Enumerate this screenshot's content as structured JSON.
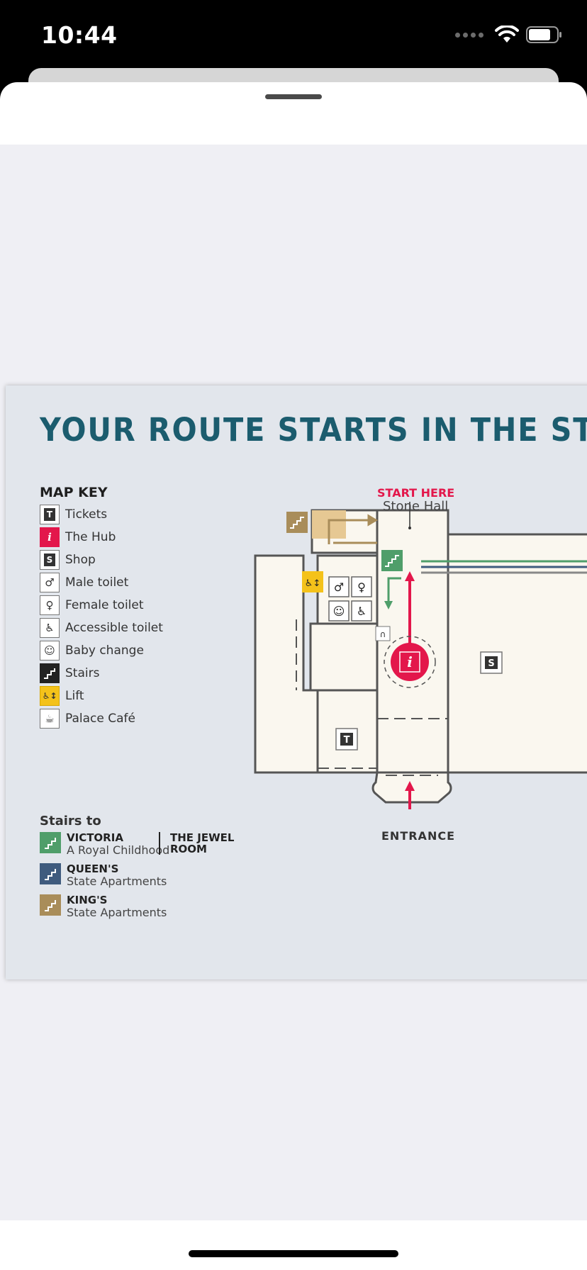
{
  "status_bar": {
    "time": "10:44"
  },
  "map": {
    "title": "YOUR ROUTE STARTS IN THE STONE HALL",
    "key_heading": "MAP KEY",
    "key_items": [
      {
        "label": "Tickets",
        "icon": "ticket-icon"
      },
      {
        "label": "The Hub",
        "icon": "info-icon"
      },
      {
        "label": "Shop",
        "icon": "shop-bag-icon"
      },
      {
        "label": "Male toilet",
        "icon": "male-toilet-icon"
      },
      {
        "label": "Female toilet",
        "icon": "female-toilet-icon"
      },
      {
        "label": "Accessible toilet",
        "icon": "wheelchair-icon"
      },
      {
        "label": "Baby change",
        "icon": "baby-change-icon"
      },
      {
        "label": "Stairs",
        "icon": "stairs-icon"
      },
      {
        "label": "Lift",
        "icon": "lift-icon"
      },
      {
        "label": "Palace Café",
        "icon": "cafe-cup-icon"
      }
    ],
    "stairs_heading": "Stairs to",
    "stairs": [
      {
        "name": "VICTORIA",
        "sub": "A Royal Childhood",
        "color": "#4f9e6a"
      },
      {
        "name": "QUEEN'S",
        "sub": "State Apartments",
        "color": "#3f5b7e"
      },
      {
        "name": "KING'S",
        "sub": "State Apartments",
        "color": "#a98d5a"
      }
    ],
    "jewel_room": "THE JEWEL ROOM",
    "start_here": "START HERE",
    "start_location": "Stone Hall",
    "entrance": "ENTRANCE",
    "colors": {
      "title": "#1b5c6e",
      "accent_red": "#e3174b",
      "lift_yellow": "#f4c21a",
      "floor": "#faf7ef",
      "background": "#e2e6ec"
    }
  }
}
